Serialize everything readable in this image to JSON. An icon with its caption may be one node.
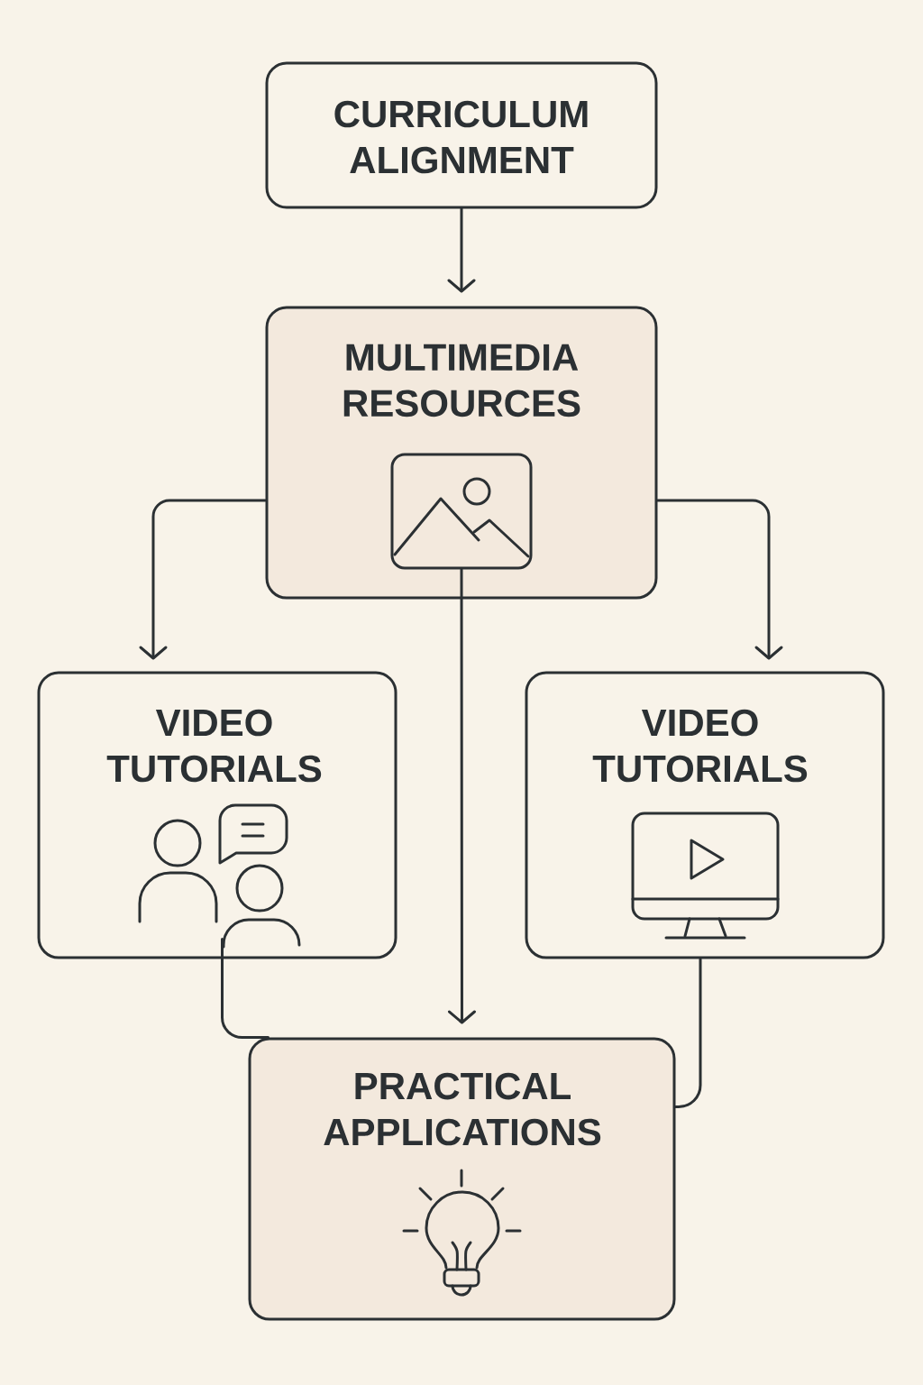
{
  "diagram": {
    "nodes": [
      {
        "text": [
          "CURRICULUM ALIGNMENT"
        ]
      },
      {
        "text": [
          "MULTIMEDIA RESOURCES"
        ]
      },
      {
        "text": [
          "VIDEO TUTORIALS"
        ]
      },
      {
        "text": [
          "VIDEO TUTORIALS"
        ]
      },
      {
        "text": [
          "PRACTICAL APPLICATIONS"
        ]
      }
    ],
    "edges": [
      {
        "from": 0,
        "to": 1,
        "arrow": "to"
      },
      {
        "from": 1,
        "to": 2,
        "arrow": "to"
      },
      {
        "from": 1,
        "to": 3,
        "arrow": "to"
      },
      {
        "from": 1,
        "to": 4,
        "arrow": "to"
      },
      {
        "from": 2,
        "to": 4,
        "arrow": "none"
      },
      {
        "from": 3,
        "to": 4,
        "arrow": "none"
      }
    ]
  }
}
